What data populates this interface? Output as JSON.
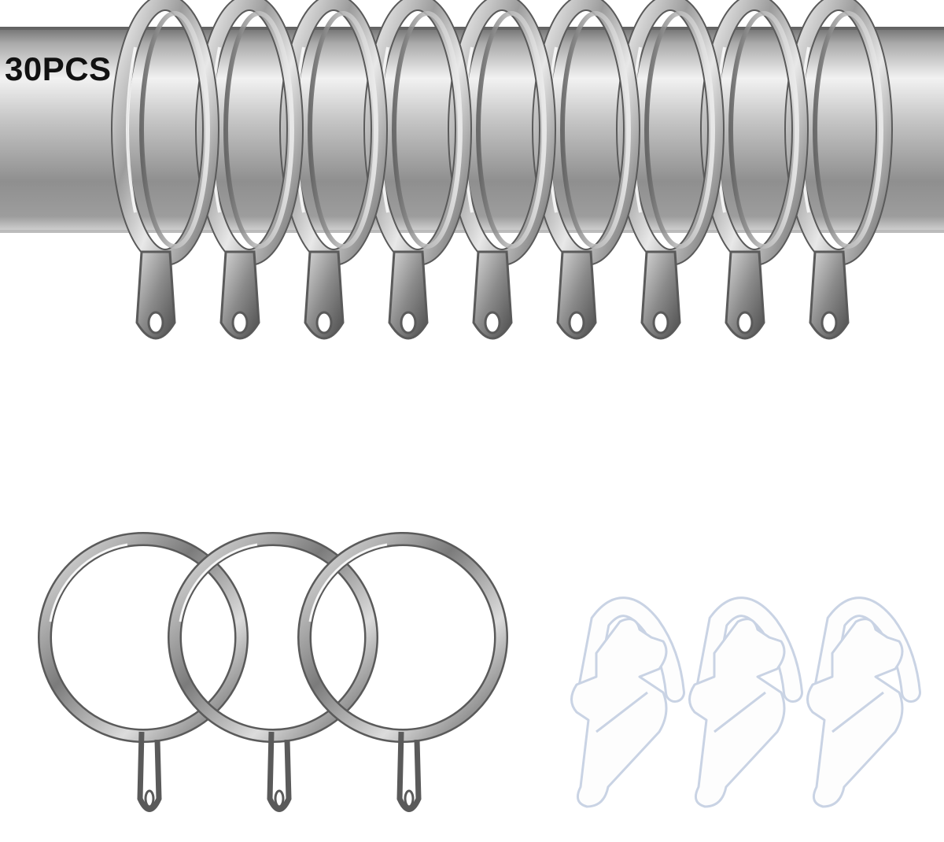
{
  "product": {
    "quantity_label": "30PCS"
  },
  "scene": {
    "rod_ring_count": 9,
    "loose_ring_count": 3,
    "hook_count": 3,
    "colors": {
      "metal_light": "#f7f7f7",
      "metal_mid": "#b5b5b5",
      "metal_dark": "#5a5a5a",
      "hook_fill": "#fdfdfd",
      "hook_edge": "#c9d3e4",
      "background": "#ffffff"
    }
  }
}
